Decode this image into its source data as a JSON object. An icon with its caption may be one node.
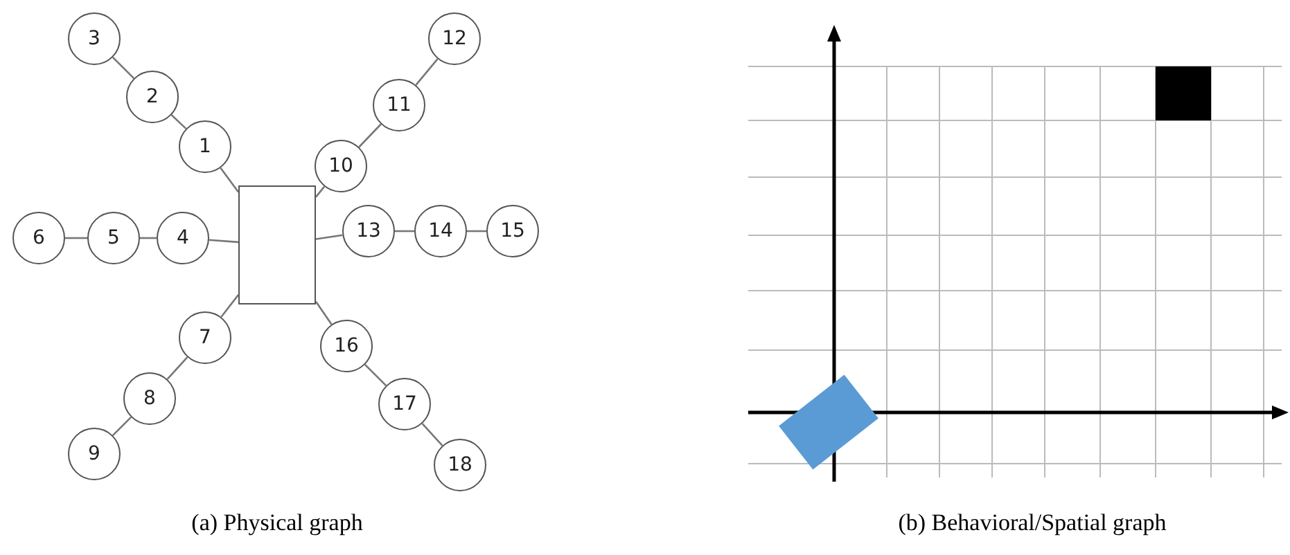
{
  "diagram": {
    "nodes": [
      {
        "text": [],
        "shape": "box"
      },
      {
        "text": [
          "1"
        ]
      },
      {
        "text": [
          "2"
        ]
      },
      {
        "text": [
          "3"
        ]
      },
      {
        "text": [
          "4"
        ]
      },
      {
        "text": [
          "5"
        ]
      },
      {
        "text": [
          "6"
        ]
      },
      {
        "text": [
          "7"
        ]
      },
      {
        "text": [
          "8"
        ]
      },
      {
        "text": [
          "9"
        ]
      },
      {
        "text": [
          "10"
        ]
      },
      {
        "text": [
          "11"
        ]
      },
      {
        "text": [
          "12"
        ]
      },
      {
        "text": [
          "13"
        ]
      },
      {
        "text": [
          "14"
        ]
      },
      {
        "text": [
          "15"
        ]
      },
      {
        "text": [
          "16"
        ]
      },
      {
        "text": [
          "17"
        ]
      },
      {
        "text": [
          "18"
        ]
      }
    ],
    "edges": [
      {
        "from": 0,
        "to": 1,
        "arrow": "none"
      },
      {
        "from": 1,
        "to": 2,
        "arrow": "none"
      },
      {
        "from": 2,
        "to": 3,
        "arrow": "none"
      },
      {
        "from": 0,
        "to": 4,
        "arrow": "none"
      },
      {
        "from": 4,
        "to": 5,
        "arrow": "none"
      },
      {
        "from": 5,
        "to": 6,
        "arrow": "none"
      },
      {
        "from": 0,
        "to": 7,
        "arrow": "none"
      },
      {
        "from": 7,
        "to": 8,
        "arrow": "none"
      },
      {
        "from": 8,
        "to": 9,
        "arrow": "none"
      },
      {
        "from": 0,
        "to": 10,
        "arrow": "none"
      },
      {
        "from": 10,
        "to": 11,
        "arrow": "none"
      },
      {
        "from": 11,
        "to": 12,
        "arrow": "none"
      },
      {
        "from": 0,
        "to": 13,
        "arrow": "none"
      },
      {
        "from": 13,
        "to": 14,
        "arrow": "none"
      },
      {
        "from": 14,
        "to": 15,
        "arrow": "none"
      },
      {
        "from": 0,
        "to": 16,
        "arrow": "none"
      },
      {
        "from": 16,
        "to": 17,
        "arrow": "none"
      },
      {
        "from": 17,
        "to": 18,
        "arrow": "none"
      }
    ],
    "labels": [
      "(a) Physical graph",
      "(b) Behavioral/Spatial graph"
    ]
  }
}
